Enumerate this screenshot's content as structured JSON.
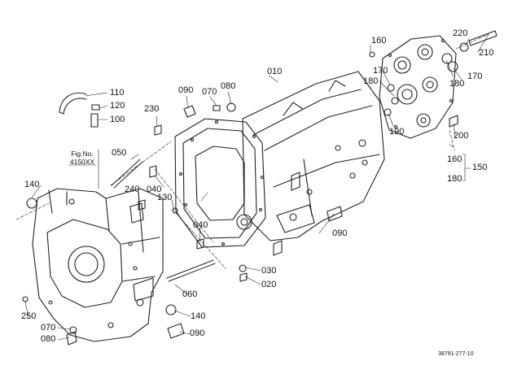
{
  "diagram": {
    "figure_reference": {
      "label": "Fig.No.",
      "value": "4150XX"
    },
    "document_number": "38791-277-10",
    "callouts": [
      "110",
      "120",
      "100",
      "090",
      "070",
      "080",
      "010",
      "160",
      "220",
      "210",
      "170",
      "180",
      "170",
      "180",
      "190",
      "230",
      "050",
      "040",
      "240",
      "130",
      "140",
      "040",
      "030",
      "020",
      "060",
      "140",
      "090",
      "250",
      "070",
      "080",
      "200",
      "160",
      "150",
      "180",
      "090"
    ]
  }
}
